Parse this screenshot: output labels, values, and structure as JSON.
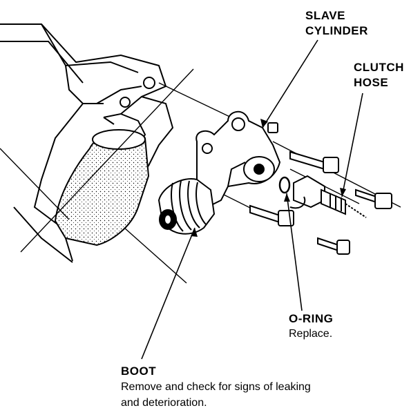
{
  "labels": {
    "slave_cylinder": {
      "line1": "SLAVE",
      "line2": "CYLINDER"
    },
    "clutch_hose": {
      "line1": "CLUTCH",
      "line2": "HOSE"
    },
    "o_ring": {
      "title": "O-RING",
      "note": "Replace."
    },
    "boot": {
      "title": "BOOT",
      "note_line1": "Remove and check for signs of leaking",
      "note_line2": "and deterioration."
    }
  },
  "colors": {
    "ink": "#000000",
    "paper": "#ffffff",
    "shade": "#b8b8b8"
  }
}
